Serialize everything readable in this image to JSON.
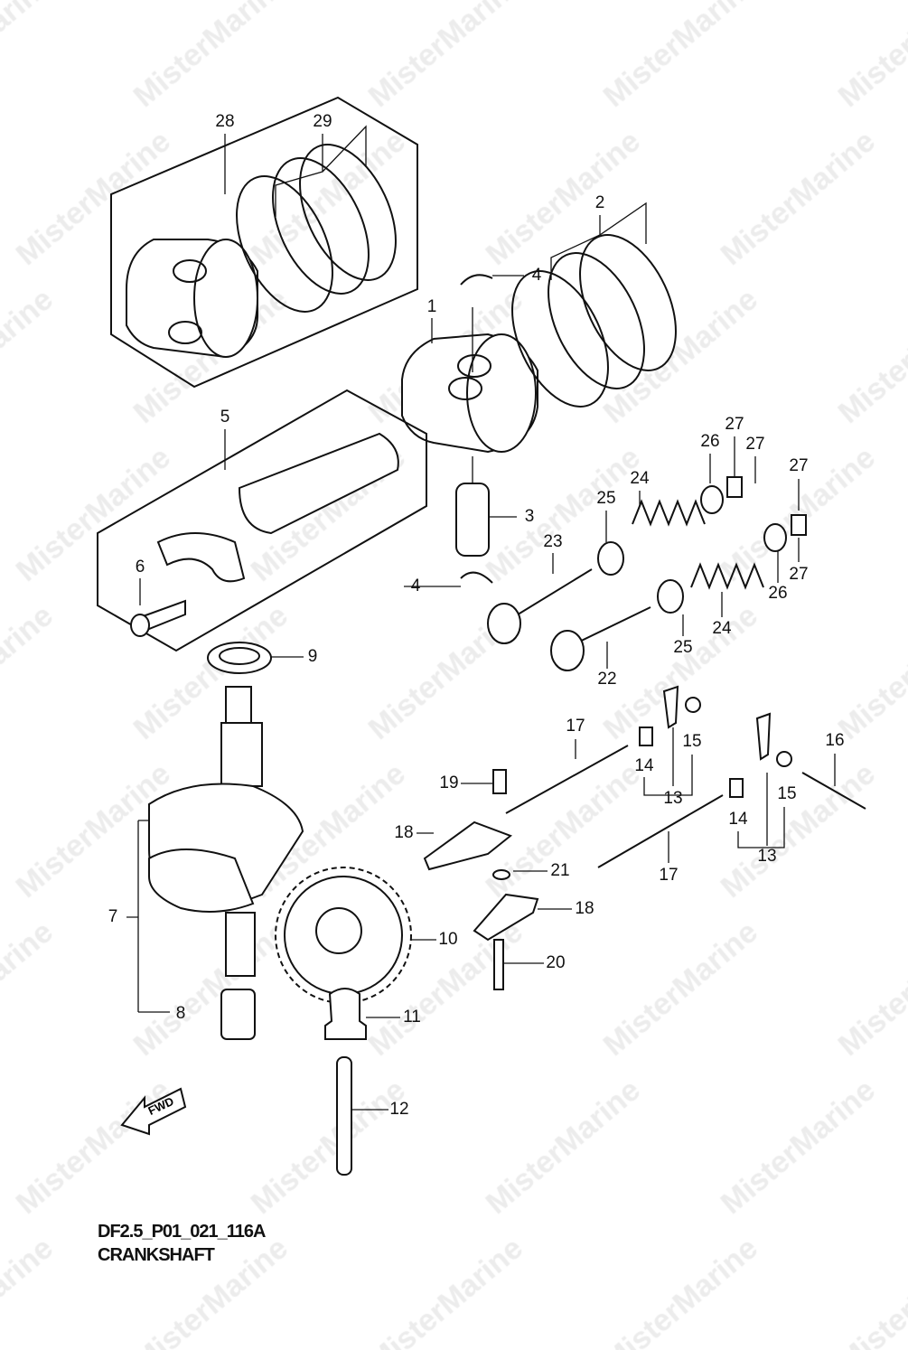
{
  "watermark": "MisterMarine",
  "diagram": {
    "code": "DF2.5_P01_021_116A",
    "title": "CRANKSHAFT",
    "fwd_label": "FWD"
  },
  "callouts": [
    "28",
    "29",
    "2",
    "4",
    "1",
    "5",
    "26",
    "27",
    "27",
    "24",
    "25",
    "27",
    "3",
    "23",
    "6",
    "4",
    "27",
    "26",
    "24",
    "25",
    "9",
    "22",
    "17",
    "16",
    "15",
    "14",
    "19",
    "15",
    "13",
    "14",
    "18",
    "13",
    "21",
    "17",
    "18",
    "7",
    "10",
    "20",
    "8",
    "11",
    "12"
  ]
}
